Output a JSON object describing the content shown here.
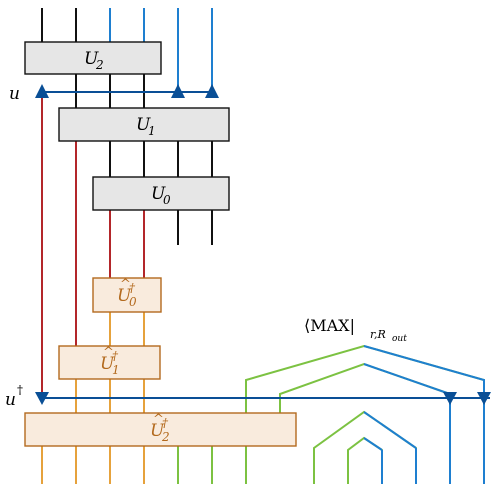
{
  "labels": {
    "u": "u",
    "u_dagger": "u",
    "dagger": "†",
    "max_bra": "⟨MAX|",
    "max_sub": "r,R",
    "max_subsub": "out"
  },
  "gates": {
    "U2": {
      "base": "U",
      "sub": "2"
    },
    "U1": {
      "base": "U",
      "sub": "1"
    },
    "U0": {
      "base": "U",
      "sub": "0"
    },
    "U0hat": {
      "base": "U",
      "sub": "0",
      "sup": "†",
      "hat": "^"
    },
    "U1hat": {
      "base": "U",
      "sub": "1",
      "sup": "†",
      "hat": "^"
    },
    "U2hat": {
      "base": "U",
      "sub": "2",
      "sup": "†",
      "hat": "^"
    }
  },
  "colors": {
    "wire_black": "#111111",
    "wire_blue": "#1e7fd0",
    "wire_red": "#b3262a",
    "wire_orange": "#e6a23c",
    "wire_green": "#7cc242",
    "bond_navy": "#0a4f96",
    "box_gray": "#e6e6e6",
    "box_tan": "#f9ebdd",
    "box_tan_border": "#b36a1e"
  }
}
